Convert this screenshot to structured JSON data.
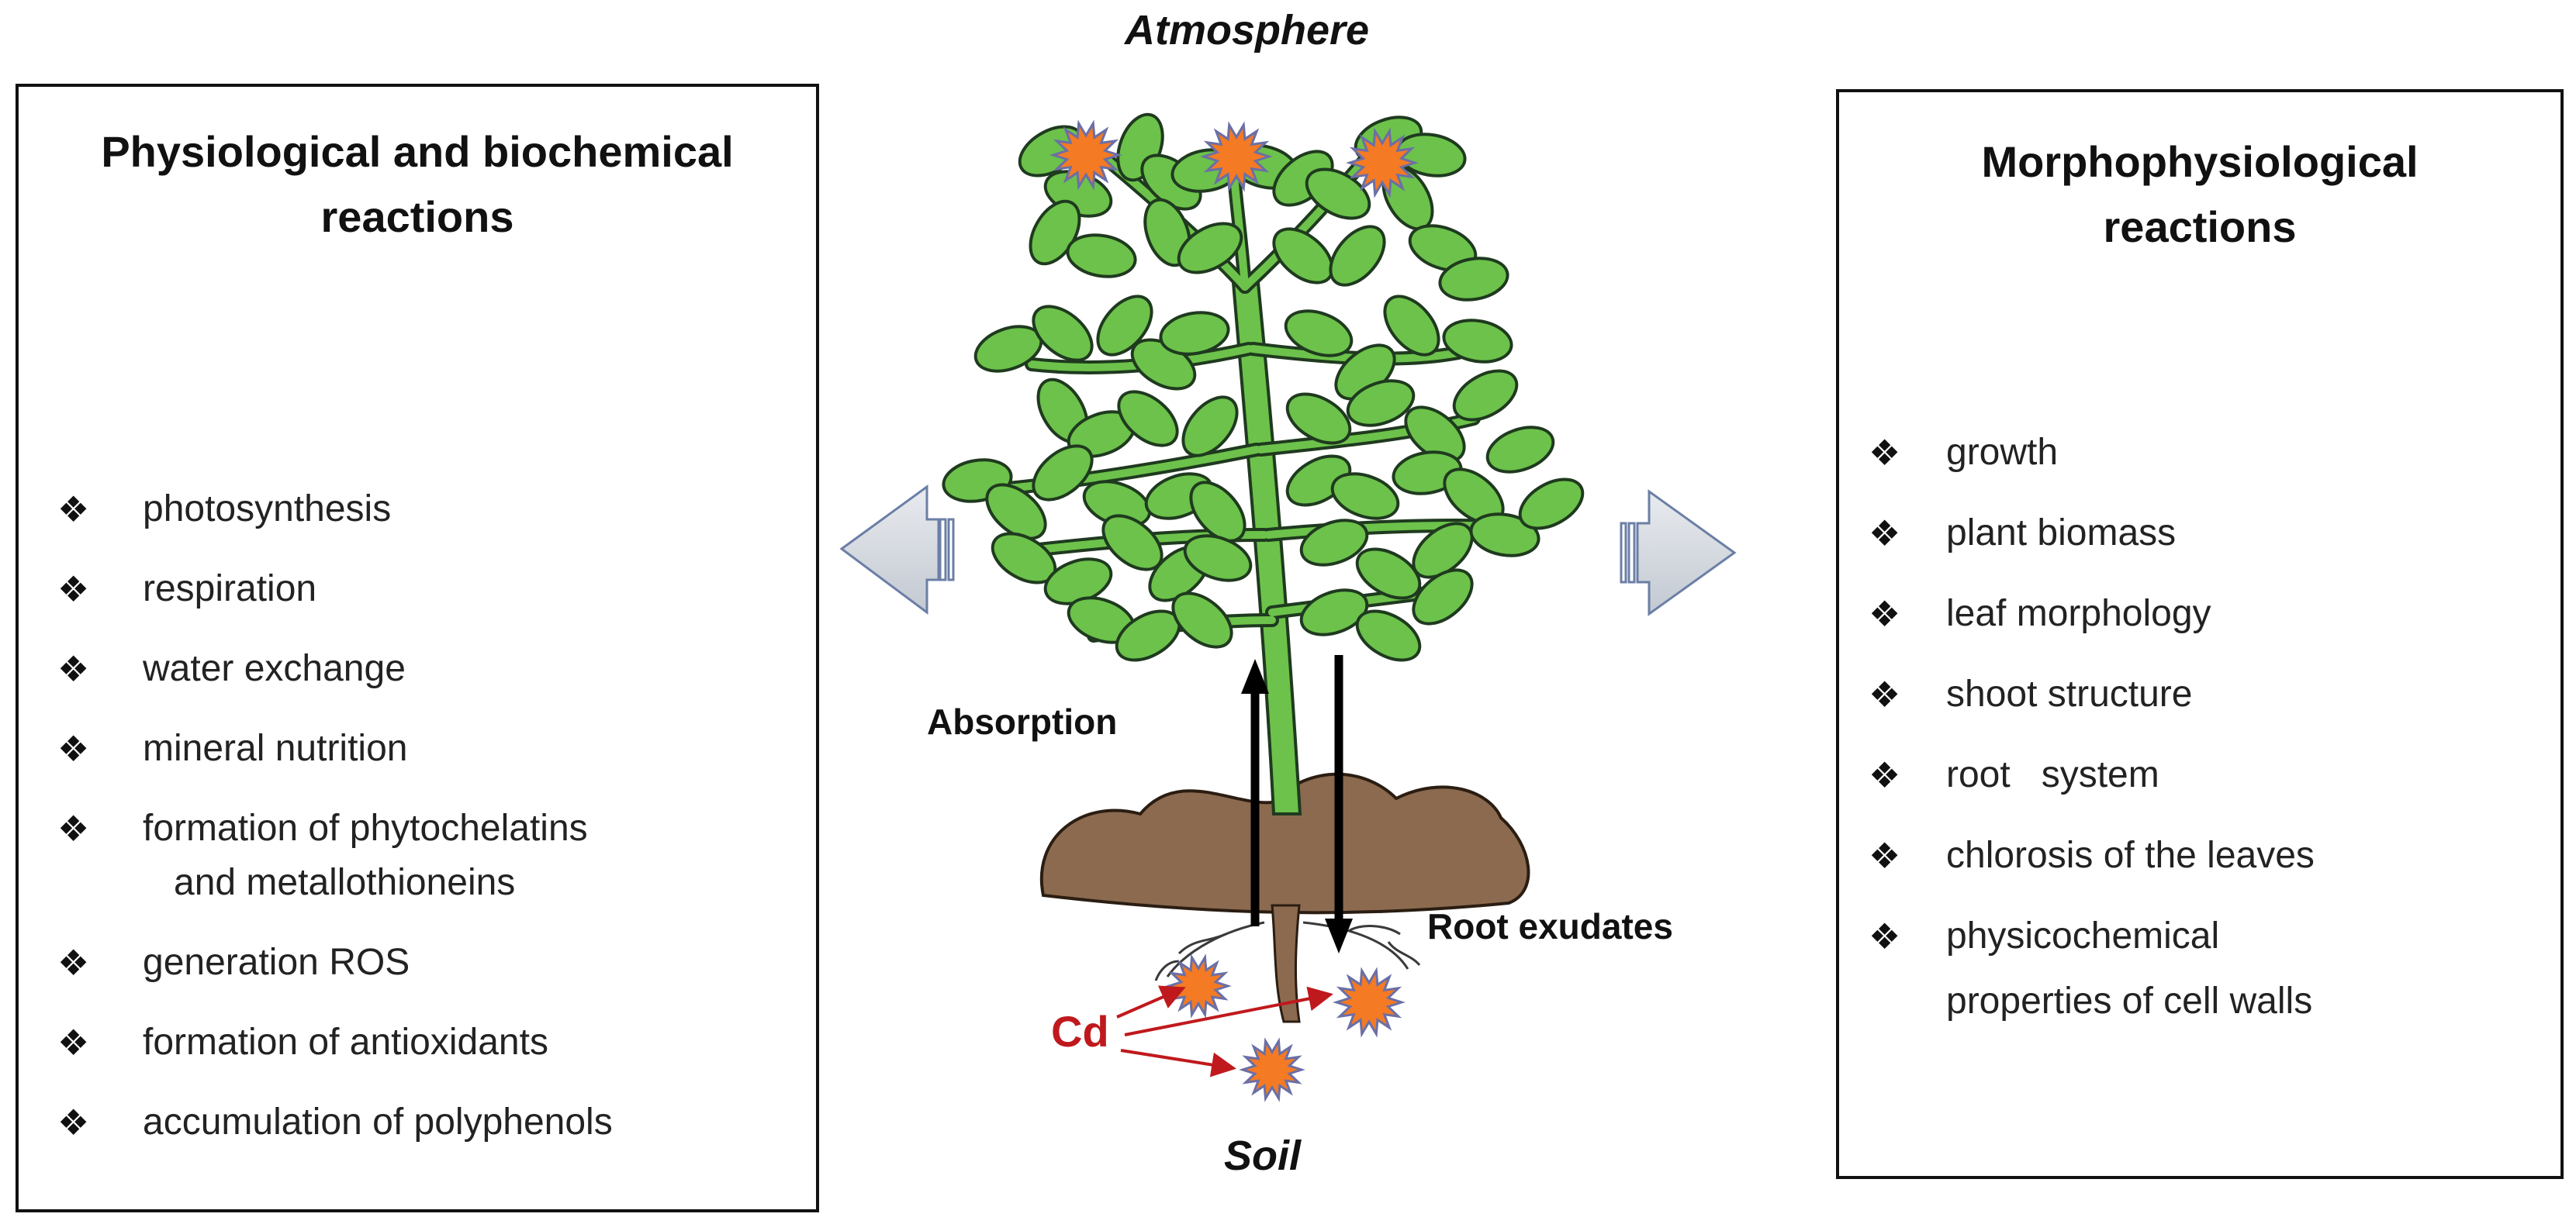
{
  "atmosphere_label": "Atmosphere",
  "soil_label": "Soil",
  "absorption_label": "Absorption",
  "root_exudates_label": "Root exudates",
  "cd_label": "Cd",
  "left_panel": {
    "title_line1": "Physiological and biochemical",
    "title_line2": "reactions",
    "items": [
      "photosynthesis",
      "respiration",
      "water exchange",
      "mineral nutrition",
      "formation of phytochelatins",
      "and metallothioneins",
      "generation ROS",
      "formation of antioxidants",
      "accumulation of polyphenols"
    ]
  },
  "right_panel": {
    "title_line1": "Morphophysiological",
    "title_line2": "reactions",
    "items": [
      "growth",
      "plant biomass",
      "leaf morphology",
      "shoot structure",
      "root   system",
      "chlorosis of the leaves",
      "physicochemical",
      "properties of cell walls"
    ]
  },
  "colors": {
    "leaf": "#6cc24a",
    "leaf_outline": "#1f3a1f",
    "soil": "#8b6a4f",
    "cd_particle": "#f47a24",
    "cd_text": "#c0191d",
    "triangle": "#bcd0ea",
    "side_arrow": "#d4d9e0"
  }
}
